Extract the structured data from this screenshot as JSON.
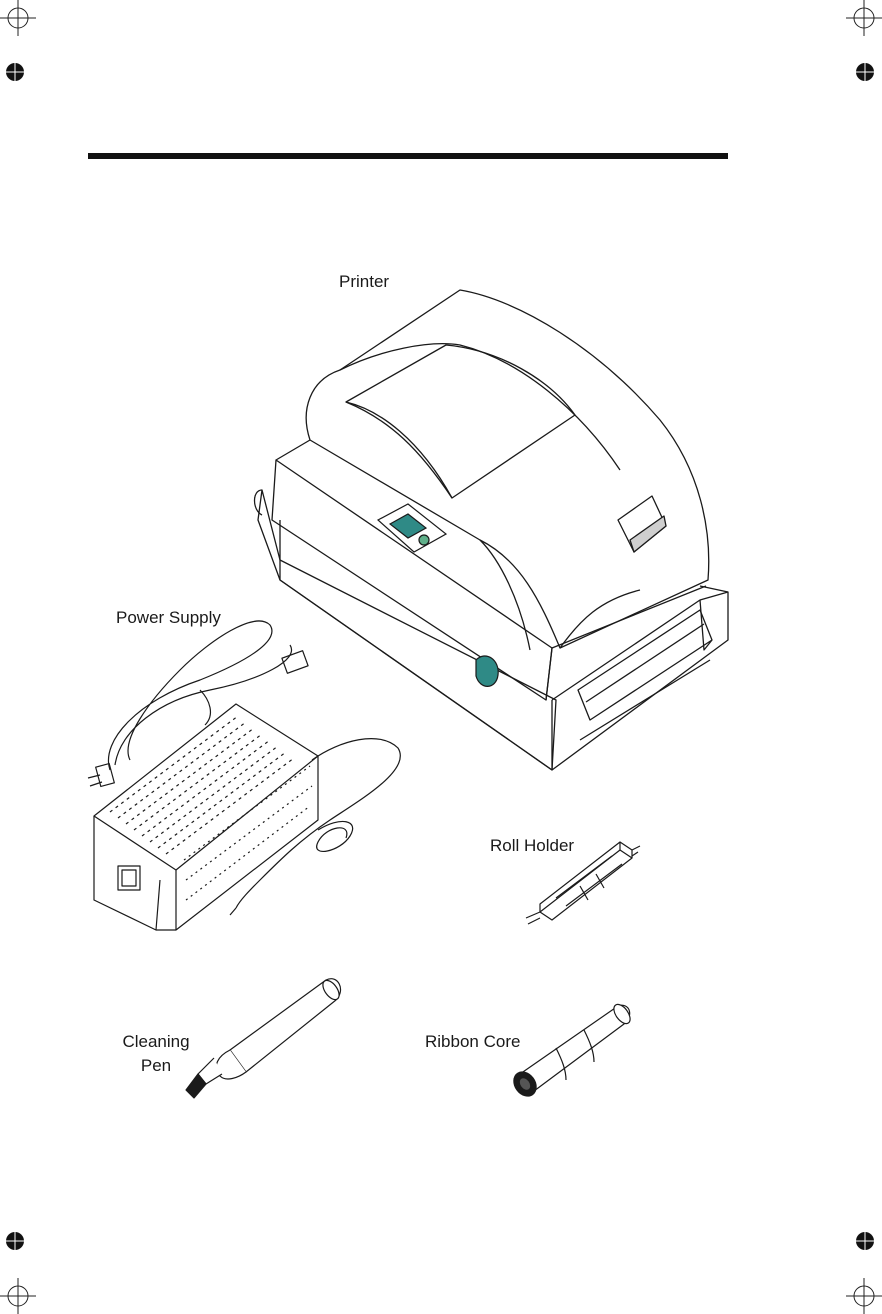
{
  "labels": {
    "printer": "Printer",
    "power_supply": "Power Supply",
    "roll_holder": "Roll Holder",
    "cleaning_pen_line1": "Cleaning",
    "cleaning_pen_line2": "Pen",
    "ribbon_core": "Ribbon Core"
  },
  "colors": {
    "ink": "#1a1a1a",
    "accent_teal": "#2f8a86",
    "accent_green": "#5fb08a",
    "panel_gray": "#cfcfcf"
  },
  "icons": {
    "registration_marks": "crosshair-circle",
    "registration_dots": "filled-circle-cross"
  }
}
